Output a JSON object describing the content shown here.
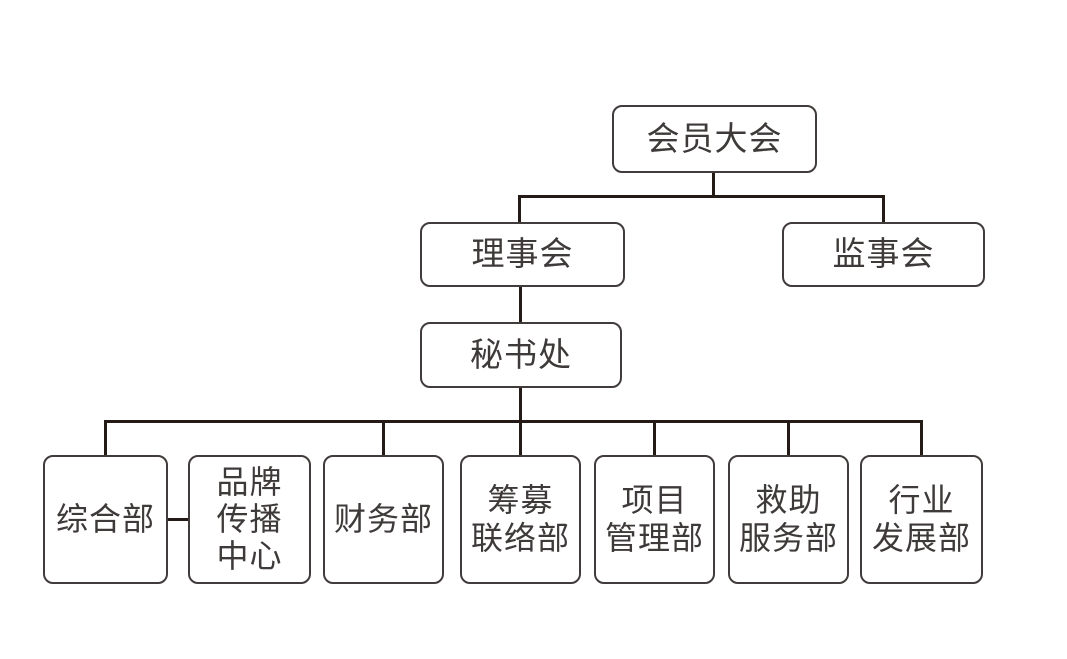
{
  "diagram": {
    "type": "org-chart",
    "colors": {
      "background": "#ffffff",
      "box_fill": "#ffffff",
      "box_border": "#413c3b",
      "connector": "#241b17",
      "text": "#3e3a39"
    },
    "nodes": {
      "level1": {
        "label": "会员大会"
      },
      "level2": [
        {
          "label": "理事会"
        },
        {
          "label": "监事会"
        }
      ],
      "level3": {
        "label": "秘书处"
      },
      "departments": [
        {
          "label": "综合部"
        },
        {
          "label": "品牌\n传播\n中心"
        },
        {
          "label": "财务部"
        },
        {
          "label": "筹募\n联络部"
        },
        {
          "label": "项目\n管理部"
        },
        {
          "label": "救助\n服务部"
        },
        {
          "label": "行业\n发展部"
        }
      ]
    }
  }
}
